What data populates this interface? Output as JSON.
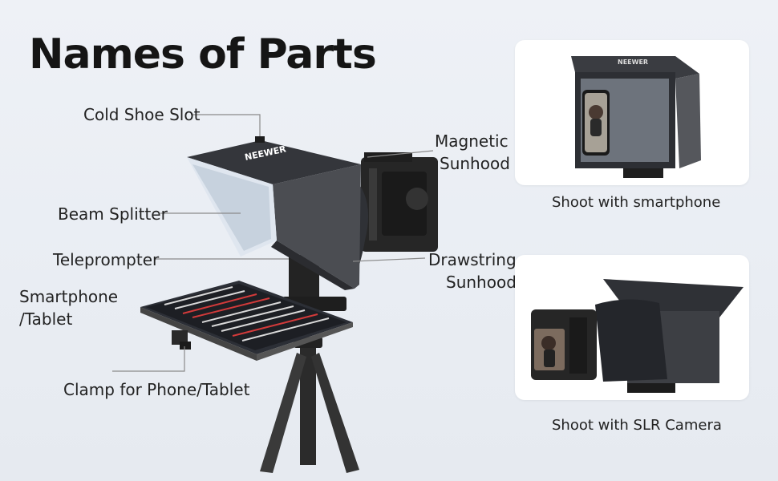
{
  "title": "Names of Parts",
  "labels": {
    "cold_shoe_slot": "Cold Shoe Slot",
    "beam_splitter": "Beam Splitter",
    "teleprompter": "Teleprompter",
    "smartphone_tablet_line1": "Smartphone",
    "smartphone_tablet_line2": "/Tablet",
    "clamp": "Clamp for Phone/Tablet",
    "magnetic_sunhood_line1": "Magnetic",
    "magnetic_sunhood_line2": "Sunhood",
    "drawstring_sunhood_line1": "Drawstring",
    "drawstring_sunhood_line2": "Sunhood"
  },
  "captions": {
    "smartphone": "Shoot with smartphone",
    "slr": "Shoot with SLR Camera"
  },
  "brand_text": "NEEWER",
  "colors": {
    "background": "#eef1f6",
    "leader_line": "#8a8a8a",
    "hood": "#3b3d42",
    "prompter_red": "#d23a3a"
  }
}
